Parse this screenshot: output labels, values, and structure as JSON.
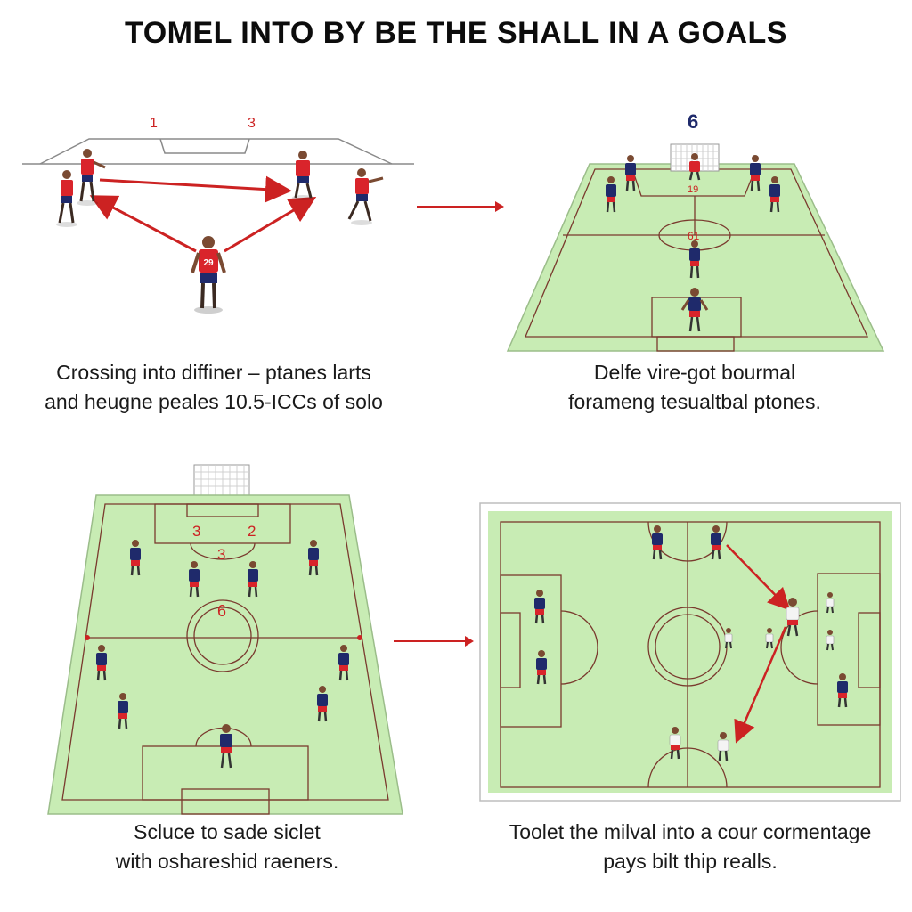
{
  "title": "TOMEL INTO BY BE THE SHALL IN A GOALS",
  "colors": {
    "pitch": "#c8ecb4",
    "lines": "#7a3a2e",
    "arrow": "#cc2222",
    "home_kit": "#d9242b",
    "away_kit": "#1f2a6b"
  },
  "panels": [
    {
      "id": "top-left",
      "labels": [
        "1",
        "3"
      ],
      "player_number": "29",
      "caption_lines": [
        "Crossing into diffiner – ptanes larts",
        "and heugne peales 10.5-ICCs of solo"
      ]
    },
    {
      "id": "top-right",
      "labels": [
        "6",
        "19",
        "61"
      ],
      "caption_lines": [
        "Delfe vire-got bourmal",
        "forameng tesualtbal ptones."
      ]
    },
    {
      "id": "bottom-left",
      "labels": [
        "3",
        "2",
        "6"
      ],
      "caption_lines": [
        "Scluce to sade siclet",
        "with oshareshid raeners."
      ]
    },
    {
      "id": "bottom-right",
      "labels": [],
      "caption_lines": [
        "Toolet the milval into a cour cormentage",
        "pays bilt thip realls."
      ]
    }
  ]
}
